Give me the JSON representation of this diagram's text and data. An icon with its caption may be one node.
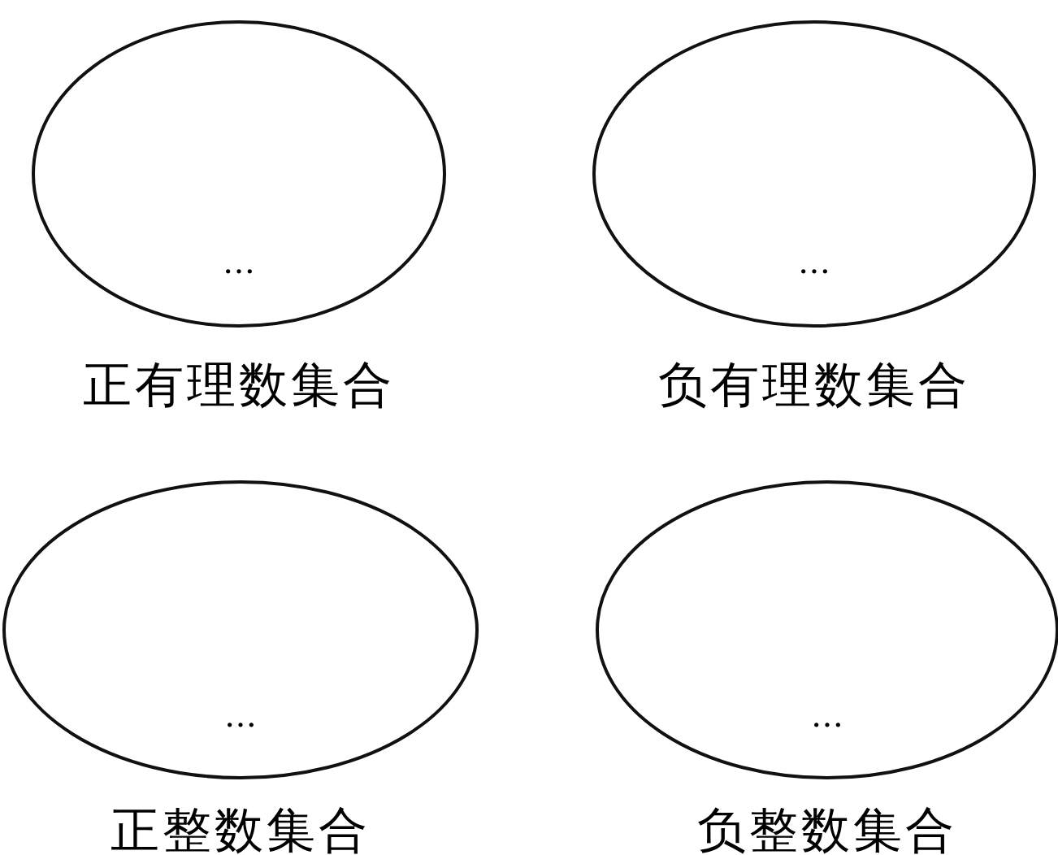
{
  "diagram": {
    "nodes": [
      {
        "text": [
          "…"
        ],
        "beside": [
          "正有理数集合"
        ]
      },
      {
        "text": [
          "…"
        ],
        "beside": [
          "负有理数集合"
        ]
      },
      {
        "text": [
          "…"
        ],
        "beside": [
          "正整数集合"
        ]
      },
      {
        "text": [
          "…"
        ],
        "beside": [
          "负整数集合"
        ]
      }
    ]
  }
}
